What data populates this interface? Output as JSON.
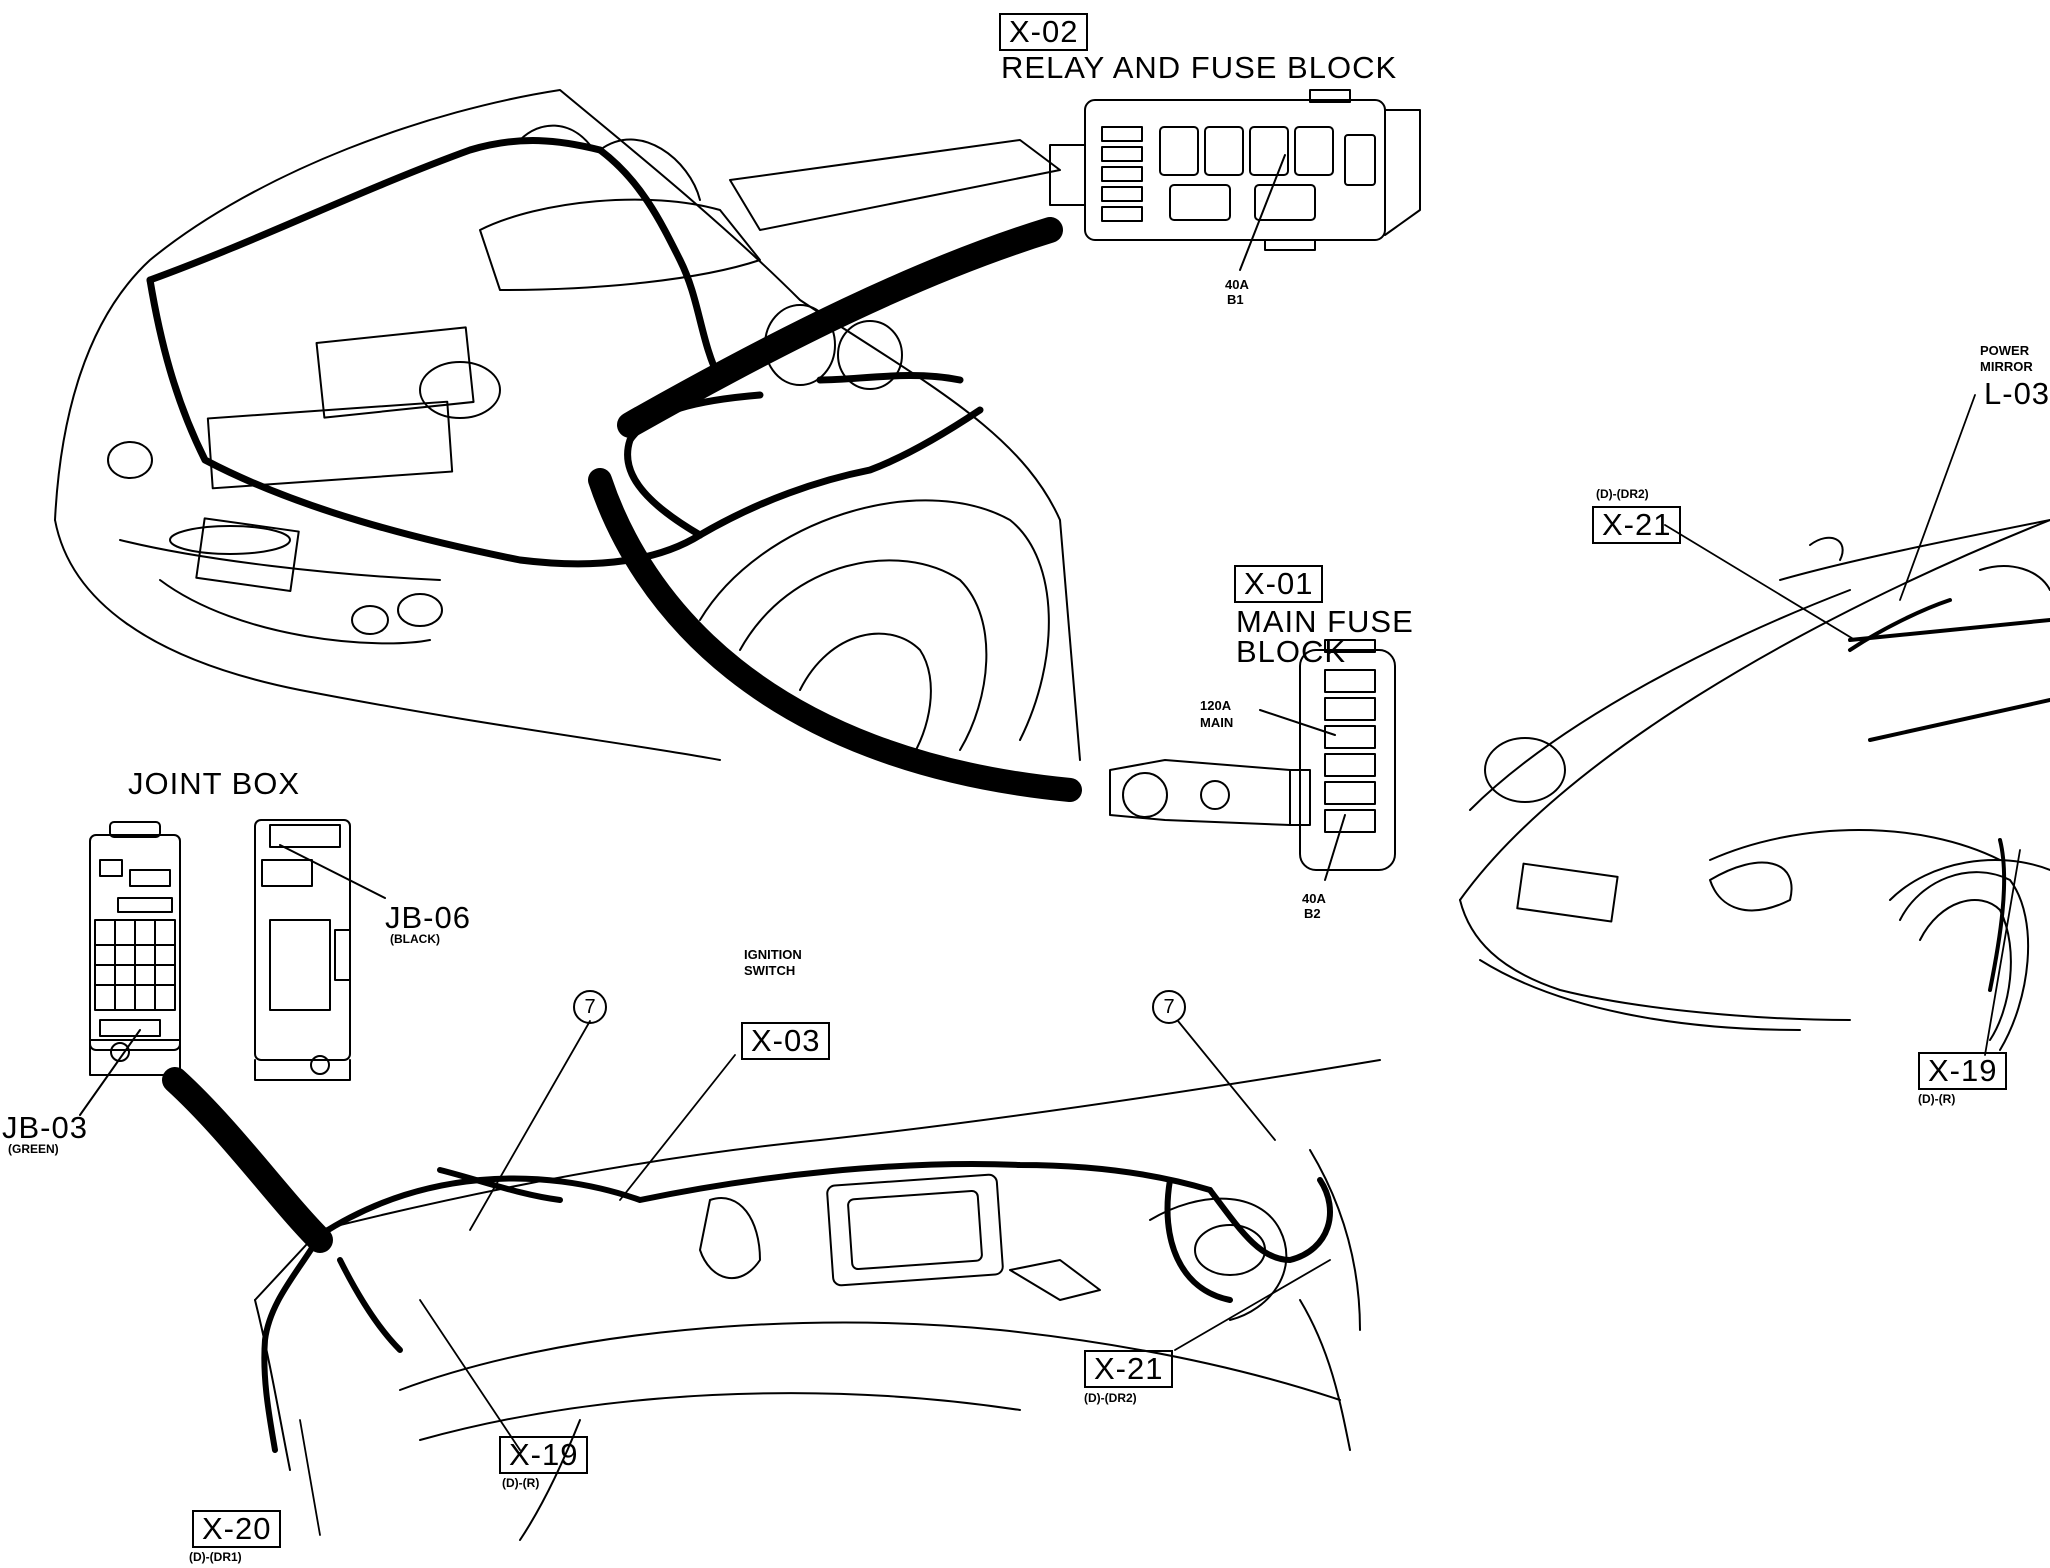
{
  "labels": {
    "x02": {
      "code": "X-02",
      "title": "RELAY AND FUSE BLOCK",
      "fuse": "40A",
      "fuse_pos": "B1"
    },
    "x01": {
      "code": "X-01",
      "title_line1": "MAIN FUSE",
      "title_line2": "BLOCK",
      "main_fuse": "120A",
      "main_label": "MAIN",
      "fuse": "40A",
      "fuse_pos": "B2"
    },
    "joint_box": "JOINT BOX",
    "jb06": {
      "code": "JB-06",
      "color": "(BLACK)"
    },
    "jb03": {
      "code": "JB-03",
      "color": "(GREEN)"
    },
    "ignition": {
      "line1": "IGNITION",
      "line2": "SWITCH",
      "code": "X-03"
    },
    "circle_marker": "7",
    "x19_dash": {
      "code": "X-19",
      "sub": "(D)-(R)"
    },
    "x20": {
      "code": "X-20",
      "sub": "(D)-(DR1)"
    },
    "x21_dash": {
      "code": "X-21",
      "sub": "(D)-(DR2)"
    },
    "power_mirror": {
      "line1": "POWER",
      "line2": "MIRROR",
      "code": "L-03"
    },
    "x21_car": {
      "code": "X-21",
      "sub": "(D)-(DR2)"
    },
    "x19_car": {
      "code": "X-19",
      "sub": "(D)-(R)"
    }
  }
}
